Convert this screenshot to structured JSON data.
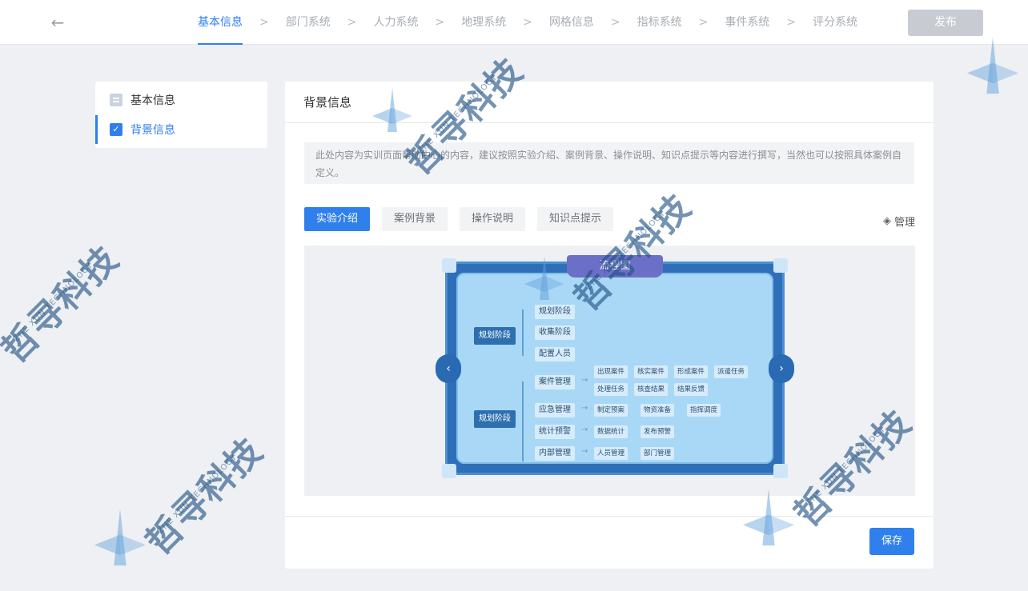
{
  "header": {
    "back_icon": "arrow-left-icon",
    "steps": [
      {
        "label": "基本信息",
        "active": true
      },
      {
        "label": "部门系统"
      },
      {
        "label": "人力系统"
      },
      {
        "label": "地理系统"
      },
      {
        "label": "网格信息"
      },
      {
        "label": "指标系统"
      },
      {
        "label": "事件系统"
      },
      {
        "label": "评分系统"
      }
    ],
    "separator": ">",
    "publish_label": "发布"
  },
  "sidebar": {
    "items": [
      {
        "label": "基本信息",
        "icon": "document-icon"
      },
      {
        "label": "背景信息",
        "icon": "checkbox-icon",
        "active": true
      }
    ]
  },
  "panel": {
    "title": "背景信息",
    "hint": "此处内容为实训页面帮助中心的内容，建议按照实验介绍、案例背景、操作说明、知识点提示等内容进行撰写，当然也可以按照具体案例自定义。",
    "tabs": [
      "实验介绍",
      "案例背景",
      "操作说明",
      "知识点提示"
    ],
    "manage_label": "管理",
    "save_label": "保存"
  },
  "flowchart": {
    "title": "流程图",
    "stage1": "规划阶段",
    "stage2": "规划阶段",
    "stage1_steps": [
      "规划阶段",
      "收集阶段",
      "配置人员"
    ],
    "groups": [
      {
        "name": "案件管理",
        "items": [
          "出现案件",
          "核实案件",
          "形成案件",
          "派遣任务",
          "处理任务",
          "核查结果",
          "结果反馈"
        ]
      },
      {
        "name": "应急管理",
        "items": [
          "制定预案",
          "物资准备",
          "指挥调度"
        ]
      },
      {
        "name": "统计预警",
        "items": [
          "数据统计",
          "发布预警"
        ]
      },
      {
        "name": "内部管理",
        "items": [
          "人员管理",
          "部门管理"
        ]
      }
    ],
    "arrow": "→"
  },
  "watermark": {
    "text": "哲寻科技",
    "sub": "ZHE XUN TECHNOLOGY"
  },
  "colors": {
    "accent": "#2f80ed",
    "publish_disabled": "#c8ccd2",
    "flow_frame": "#2f6fb8",
    "flow_bg": "#a9d8f6"
  }
}
